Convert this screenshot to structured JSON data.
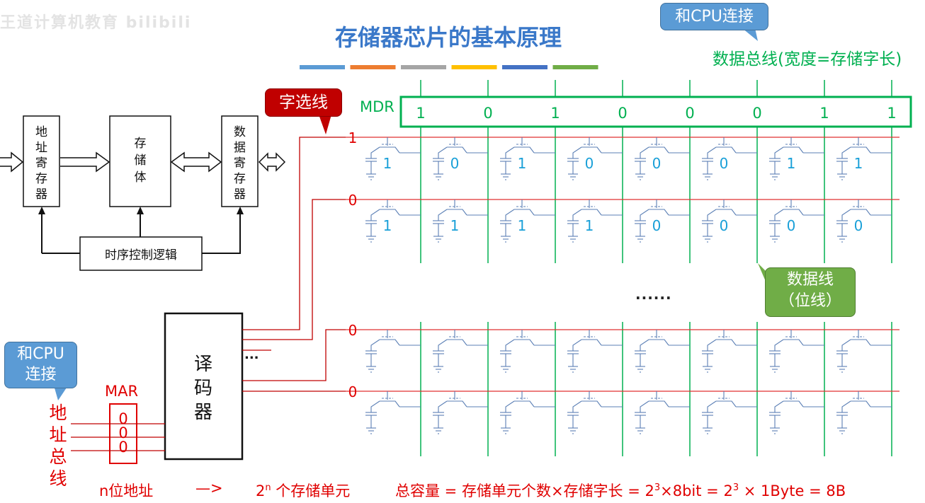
{
  "title": "存储器芯片的基本原理",
  "watermark": "王道计算机教育 bilibili",
  "accent_bars": [
    "#5b9bd5",
    "#ed7d31",
    "#a5a5a5",
    "#ffc000",
    "#4472c4",
    "#70ad47"
  ],
  "colors": {
    "title": "#3a78c9",
    "red": "#e00000",
    "green": "#00b050",
    "cell": "#5b7fb5",
    "cell_value": "#1aa0d8"
  },
  "callouts": {
    "cpu_top": "和CPU连接",
    "cpu_left_line1": "和CPU",
    "cpu_left_line2": "连接",
    "word_select": "字选线",
    "data_line_1": "数据线",
    "data_line_2": "（位线）"
  },
  "bus_caption": "数据总线(宽度=存储字长)",
  "mdr": {
    "label": "MDR",
    "bits": [
      "1",
      "0",
      "1",
      "0",
      "0",
      "0",
      "1",
      "1"
    ]
  },
  "rows": [
    {
      "select": "1",
      "cells": [
        "1",
        "0",
        "1",
        "0",
        "0",
        "0",
        "1",
        "1"
      ]
    },
    {
      "select": "0",
      "cells": [
        "1",
        "1",
        "1",
        "1",
        "0",
        "0",
        "0",
        "0"
      ]
    },
    {
      "select": "0",
      "cells": [
        "",
        "",
        "",
        "",
        "",
        "",
        "",
        ""
      ]
    },
    {
      "select": "0",
      "cells": [
        "",
        "",
        "",
        "",
        "",
        "",
        "",
        ""
      ]
    }
  ],
  "ellipsis": "......",
  "block_diagram": {
    "addr_reg": "地址寄存器",
    "storage": "存储体",
    "data_reg": "数据寄存器",
    "timing": "时序控制逻辑"
  },
  "decoder": {
    "label": "译码器",
    "dots": "..."
  },
  "mar": {
    "label": "MAR",
    "bits": [
      "0",
      "0",
      "0"
    ]
  },
  "address_bus": "地址总线",
  "bottom": {
    "n_addr": "n位地址",
    "arrow": "—>",
    "units_base": "2",
    "units_exp": "n",
    "units_text": " 个存储单元",
    "capacity_text": "总容量 = 存储单元个数×存储字长 = 2",
    "capacity_exp1": "3",
    "capacity_mid": "×8bit = 2",
    "capacity_exp2": "3",
    "capacity_end": " × 1Byte = 8B"
  }
}
